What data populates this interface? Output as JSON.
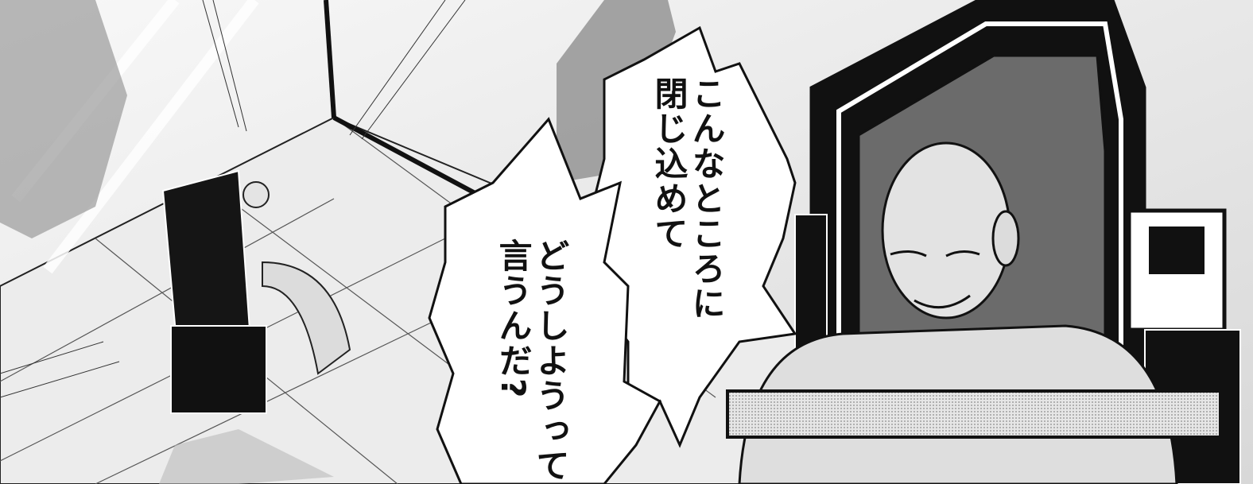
{
  "speech": {
    "bubble_upper": {
      "line1": "こんなところに",
      "line2": "閉じ込めて"
    },
    "bubble_lower": {
      "line1": "どうしようって",
      "line2": "言うんだ?"
    }
  },
  "colors": {
    "ink": "#111111",
    "paper": "#ffffff",
    "screentone": "#cfcfcf",
    "shadow": "#9a9a9a"
  }
}
